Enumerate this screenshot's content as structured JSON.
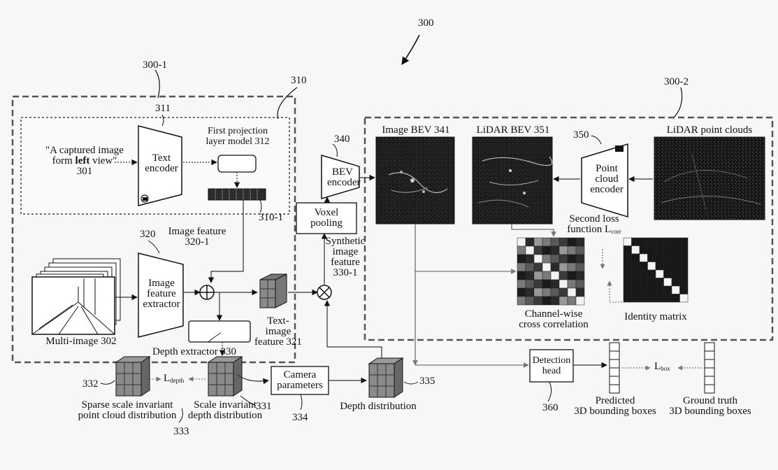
{
  "refs": {
    "fig": "300",
    "group1": "300-1",
    "group2": "300-2",
    "text_branch": "310",
    "text_encoder": "311",
    "image_extractor": "320",
    "bev_encoder": "340",
    "point_encoder": "350",
    "detection_head": "360",
    "text_feature": "310-1",
    "sparse_cloud": "332",
    "scale_inv": "331",
    "l_depth": "333",
    "camera": "334",
    "depth_dist": "335"
  },
  "prompt": {
    "line1": "\"A captured image",
    "line2_pre": "form ",
    "line2_bold": "left",
    "line2_post": " view\"",
    "ref": "301"
  },
  "blocks": {
    "text_encoder": [
      "Text",
      "encoder"
    ],
    "projection": [
      "First projection",
      "layer model 312"
    ],
    "image_feature_extractor": [
      "Image",
      "feature",
      "extractor"
    ],
    "depth_extractor": "Depth extractor 330",
    "bev_encoder": [
      "BEV",
      "encoder"
    ],
    "voxel_pooling": [
      "Voxel",
      "pooling"
    ],
    "point_cloud_encoder": [
      "Point",
      "cloud",
      "encoder"
    ],
    "camera_parameters": [
      "Camera",
      "parameters"
    ],
    "detection_head": [
      "Detection",
      "head"
    ]
  },
  "labels": {
    "image_feature": [
      "Image feature",
      "320-1"
    ],
    "multi_image": "Multi-image 302",
    "synthetic": [
      "Synthetic",
      "image",
      "feature",
      "330-1"
    ],
    "text_image": [
      "Text-",
      "image",
      "feature 321"
    ],
    "image_bev": "Image BEV 341",
    "lidar_bev": "LiDAR BEV 351",
    "lidar_points": "LiDAR point clouds",
    "second_loss": [
      "Second loss",
      "function L"
    ],
    "second_loss_sub": "corr",
    "channel_wise": [
      "Channel-wise",
      "cross correlation"
    ],
    "identity": "Identity matrix",
    "sparse": [
      "Sparse scale invariant",
      "point cloud distribution"
    ],
    "l_depth": "L",
    "l_depth_sub": "depth",
    "scale_invariant": [
      "Scale invariant",
      "depth distribution"
    ],
    "depth_distribution": "Depth distribution",
    "l_box": "L",
    "l_box_sub": "box",
    "predicted": [
      "Predicted",
      "3D bounding boxes"
    ],
    "ground_truth": [
      "Ground truth",
      "3D bounding boxes"
    ]
  }
}
